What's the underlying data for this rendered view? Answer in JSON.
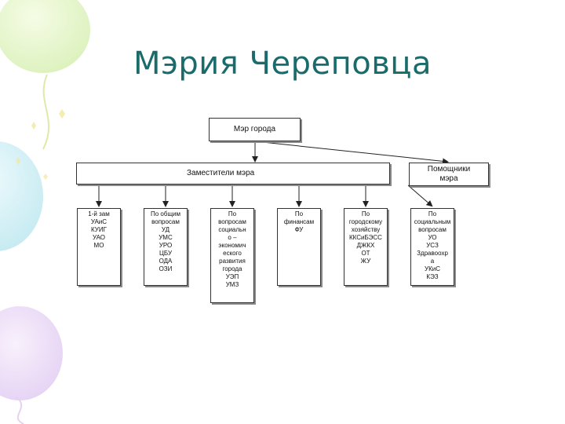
{
  "slide": {
    "title": "Мэрия Череповца"
  },
  "org_chart": {
    "head": "Мэр города",
    "deputies": "Заместители мэра",
    "assistants": "Помощники\nмэра",
    "departments": [
      "1-й зам\nУАиС\nКУИГ\nУАО\nМО",
      "По общим\nвопросам\nУД\nУМС\nУРО\nЦБУ\nОДА\nОЗИ",
      "По\nвопросам\nсоциальн\nо –\nэкономич\nеского\nразвития\nгорода\nУЭП\nУМЗ",
      "По\nфинансам\nФУ",
      "По\nгородскому\nхозяйству\nККСиБЭСС\nДЖКХ\nОТ\nЖУ",
      "По\nсоциальным\nвопросам\nУО\nУСЗ\nЗдравоохр\nа\nУКиС\nКЭЗ"
    ]
  },
  "colors": {
    "title": "#1a6b6b",
    "node_border": "#333333",
    "connector": "#222222"
  }
}
